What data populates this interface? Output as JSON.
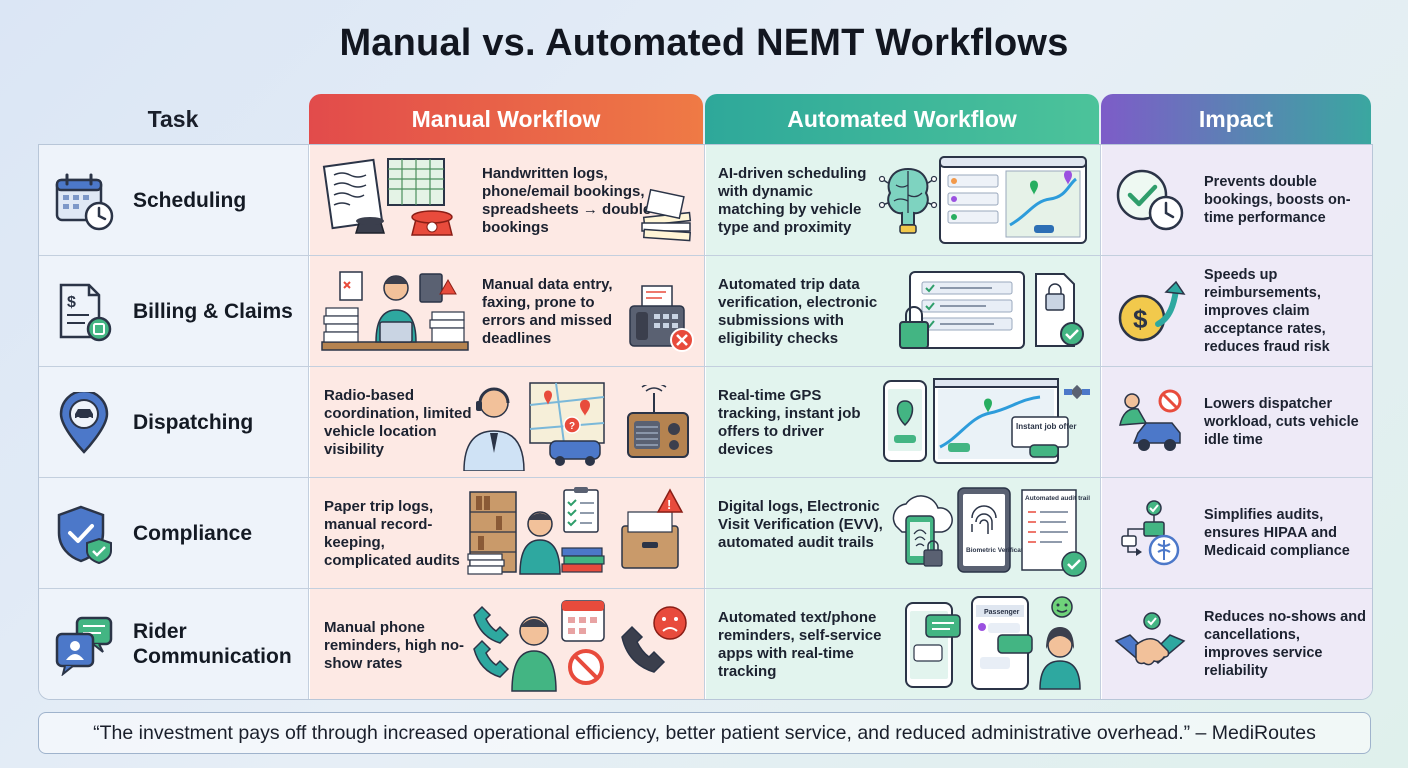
{
  "title": "Manual vs. Automated NEMT Workflows",
  "headers": {
    "task": "Task",
    "manual": "Manual Workflow",
    "automated": "Automated Workflow",
    "impact": "Impact"
  },
  "rows": [
    {
      "task": "Scheduling",
      "manual": "Handwritten logs, phone/email bookings, spreadsheets → double bookings",
      "automated": "AI-driven scheduling with dynamic matching by vehicle type and proximity",
      "impact": "Prevents double bookings, boosts on-time performance"
    },
    {
      "task": "Billing & Claims",
      "manual": "Manual data entry, faxing, prone to errors and missed deadlines",
      "automated": "Automated trip data verification, electronic submissions with eligibility checks",
      "impact": "Speeds up reimbursements, improves claim acceptance rates, reduces fraud risk"
    },
    {
      "task": "Dispatching",
      "manual": "Radio-based coordination, limited vehicle location visibility",
      "automated": "Real-time GPS tracking, instant job offers to driver devices",
      "impact": "Lowers dispatcher workload, cuts vehicle idle time"
    },
    {
      "task": "Compliance",
      "manual": "Paper trip logs, manual record-keeping, complicated audits",
      "automated": "Digital logs, Electronic Visit Verification (EVV), automated audit trails",
      "impact": "Simplifies audits, ensures HIPAA and Medicaid compliance"
    },
    {
      "task": "Rider Communication",
      "manual": "Manual phone reminders, high no-show rates",
      "automated": "Automated text/phone reminders, self-service apps with real-time tracking",
      "impact": "Reduces no-shows and cancellations, improves service reliability"
    }
  ],
  "illustration_text": {
    "instant_job_offer": "Instant job offer",
    "biometric_verification": "Biometric Verification",
    "automated_audit_trail": "Automated audit trail",
    "passenger": "Passenger"
  },
  "quote": "“The investment pays off through increased operational efficiency, better patient service, and reduced administrative overhead.” – MediRoutes",
  "colors": {
    "manual_header": "#e24b4b",
    "automated_header": "#2ea89a",
    "impact_header": "#7d5cc8",
    "manual_bg": "#fde9e4",
    "automated_bg": "#e2f4ee",
    "impact_bg": "#eeeaf7",
    "task_bg": "#eef3fa"
  }
}
